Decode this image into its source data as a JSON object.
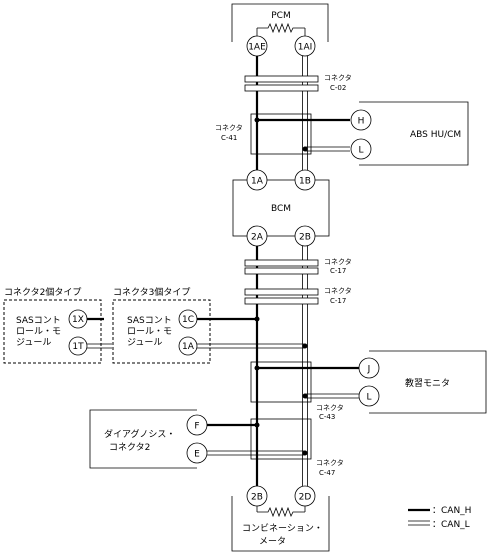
{
  "modules": {
    "pcm": {
      "name": "PCM",
      "pins": [
        "1AE",
        "1AI"
      ]
    },
    "abs": {
      "name": "ABS HU/CM",
      "pins": [
        "H",
        "L"
      ]
    },
    "bcm": {
      "name": "BCM",
      "pins_top": [
        "1A",
        "1B"
      ],
      "pins_bottom": [
        "2A",
        "2B"
      ]
    },
    "sas2": {
      "title": "コネクタ2個タイプ",
      "name_lines": [
        "SASコント",
        "ロール・モ",
        "ジュール"
      ],
      "pins": [
        "1X",
        "1T"
      ]
    },
    "sas3": {
      "title": "コネクタ3個タイプ",
      "name_lines": [
        "SASコント",
        "ロール・モ",
        "ジュール"
      ],
      "pins": [
        "1C",
        "1A"
      ]
    },
    "instructor": {
      "name": "教習モニタ",
      "pins": [
        "J",
        "L"
      ]
    },
    "diag": {
      "name_lines": [
        "ダイアグノシス・",
        "コネクタ2"
      ],
      "pins": [
        "F",
        "E"
      ]
    },
    "combi": {
      "name_lines": [
        "コンビネーション・",
        "メータ"
      ],
      "pins": [
        "2B",
        "2D"
      ]
    }
  },
  "connectors": {
    "c02": [
      "コネクタ",
      "C-02"
    ],
    "c41": [
      "コネクタ",
      "C-41"
    ],
    "c17a": [
      "コネクタ",
      "C-17"
    ],
    "c17b": [
      "コネクタ",
      "C-17"
    ],
    "c43": [
      "コネクタ",
      "C-43"
    ],
    "c47": [
      "コネクタ",
      "C-47"
    ]
  },
  "legend": {
    "can_h": "：CAN_H",
    "can_l": "：CAN_L"
  }
}
